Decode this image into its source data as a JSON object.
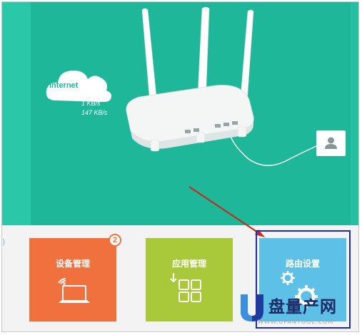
{
  "internet": {
    "label": "Internet",
    "upload": "1 KB/s",
    "download": "147 KB/s"
  },
  "tiles": [
    {
      "label": "设备管理",
      "badge": "2",
      "icon": "laptop-wifi-icon",
      "color": "#f0703e"
    },
    {
      "label": "应用管理",
      "icon": "app-grid-icon",
      "color": "#a9c93a"
    },
    {
      "label": "路由设置",
      "icon": "gears-icon",
      "color": "#5cc0e7"
    }
  ],
  "partial_left": ")",
  "watermark": {
    "title": "盘量产网",
    "url": "WWW.UPANTOOL.COM"
  },
  "colors": {
    "hero": "#1fb79a",
    "annotation_arrow": "#c22a1a",
    "highlight_box": "#1d2bb8"
  }
}
